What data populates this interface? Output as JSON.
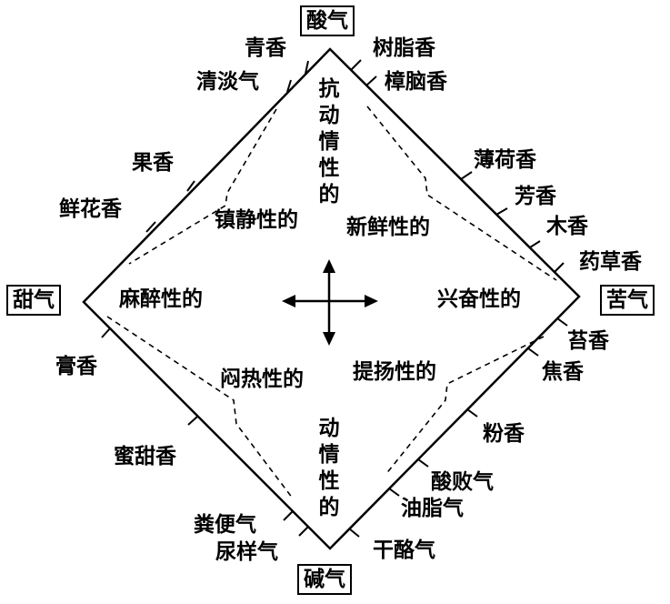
{
  "corners": {
    "top": "酸气",
    "left": "甜气",
    "right": "苦气",
    "bottom": "碱气"
  },
  "vertical_axis": {
    "top": "抗动情性的",
    "bottom": "动情性的"
  },
  "quadrants": {
    "upper_left": "镇静性的",
    "upper_right": "新鲜性的",
    "left": "麻醉性的",
    "right": "兴奋性的",
    "lower_left": "闷热性的",
    "lower_right": "提扬性的"
  },
  "edge_labels": {
    "upper_left": [
      "青香",
      "清淡气",
      "果香",
      "鲜花香"
    ],
    "upper_right": [
      "树脂香",
      "樟脑香",
      "薄荷香",
      "芳香",
      "木香",
      "药草香"
    ],
    "lower_left": [
      "膏香",
      "蜜甜香",
      "粪便气",
      "尿样气"
    ],
    "lower_right": [
      "苔香",
      "焦香",
      "粉香",
      "酸败气",
      "油脂气",
      "干酪气"
    ]
  }
}
